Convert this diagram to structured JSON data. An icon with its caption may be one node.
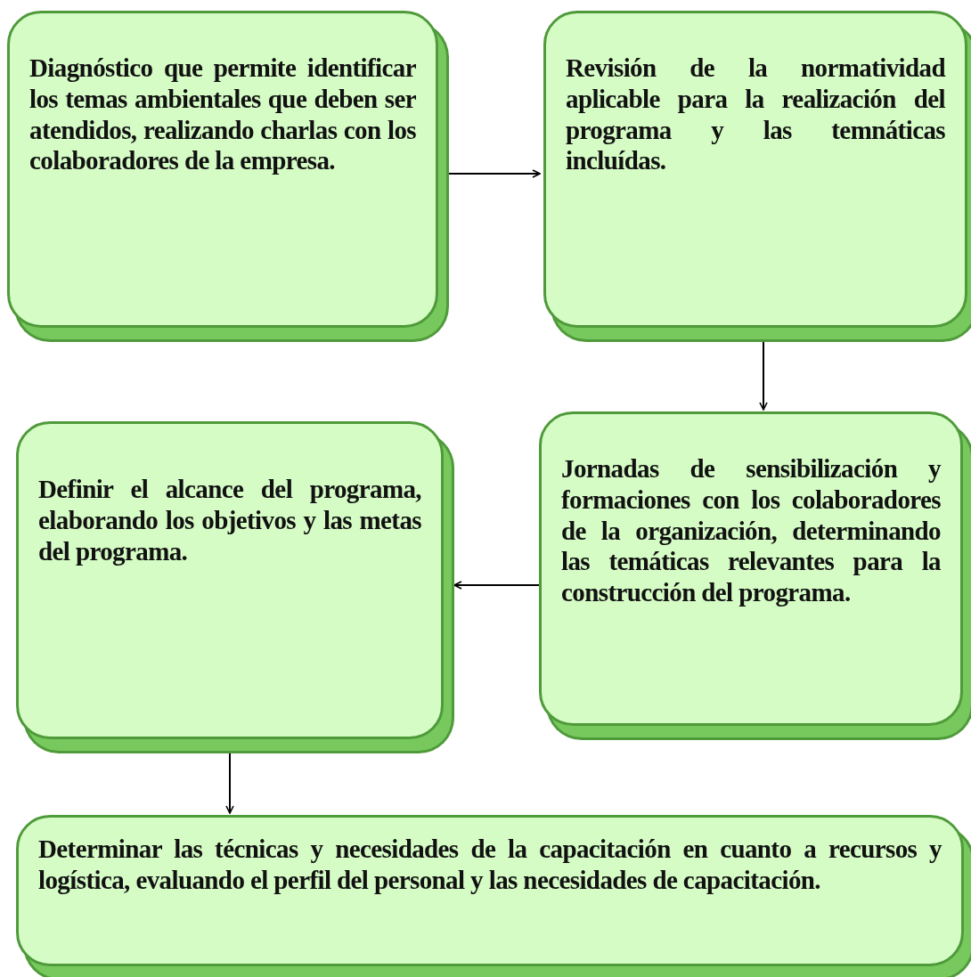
{
  "diagram": {
    "nodes": [
      {
        "text": [
          "Diagnóstico que permite identificar los temas ambientales que deben ser atendidos, realizando charlas con los colaboradores de la empresa."
        ]
      },
      {
        "text": [
          "Revisión de la normatividad aplicable para la realización del programa y las temnáticas incluídas."
        ]
      },
      {
        "text": [
          "Jornadas de sensibilización y formaciones con los colaboradores de la organización, determinando las temáticas relevantes para la construcción del programa."
        ]
      },
      {
        "text": [
          "Definir el alcance del programa, elaborando los objetivos y las metas del programa."
        ]
      },
      {
        "text": [
          "Determinar las técnicas y necesidades de la capacitación en cuanto a recursos y logística, evaluando el perfil del personal y las necesidades de capacitación."
        ]
      }
    ],
    "edges": [
      {
        "from": 0,
        "to": 1,
        "arrow": "to"
      },
      {
        "from": 1,
        "to": 2,
        "arrow": "to"
      },
      {
        "from": 2,
        "to": 3,
        "arrow": "to"
      },
      {
        "from": 3,
        "to": 4,
        "arrow": "to"
      }
    ]
  }
}
